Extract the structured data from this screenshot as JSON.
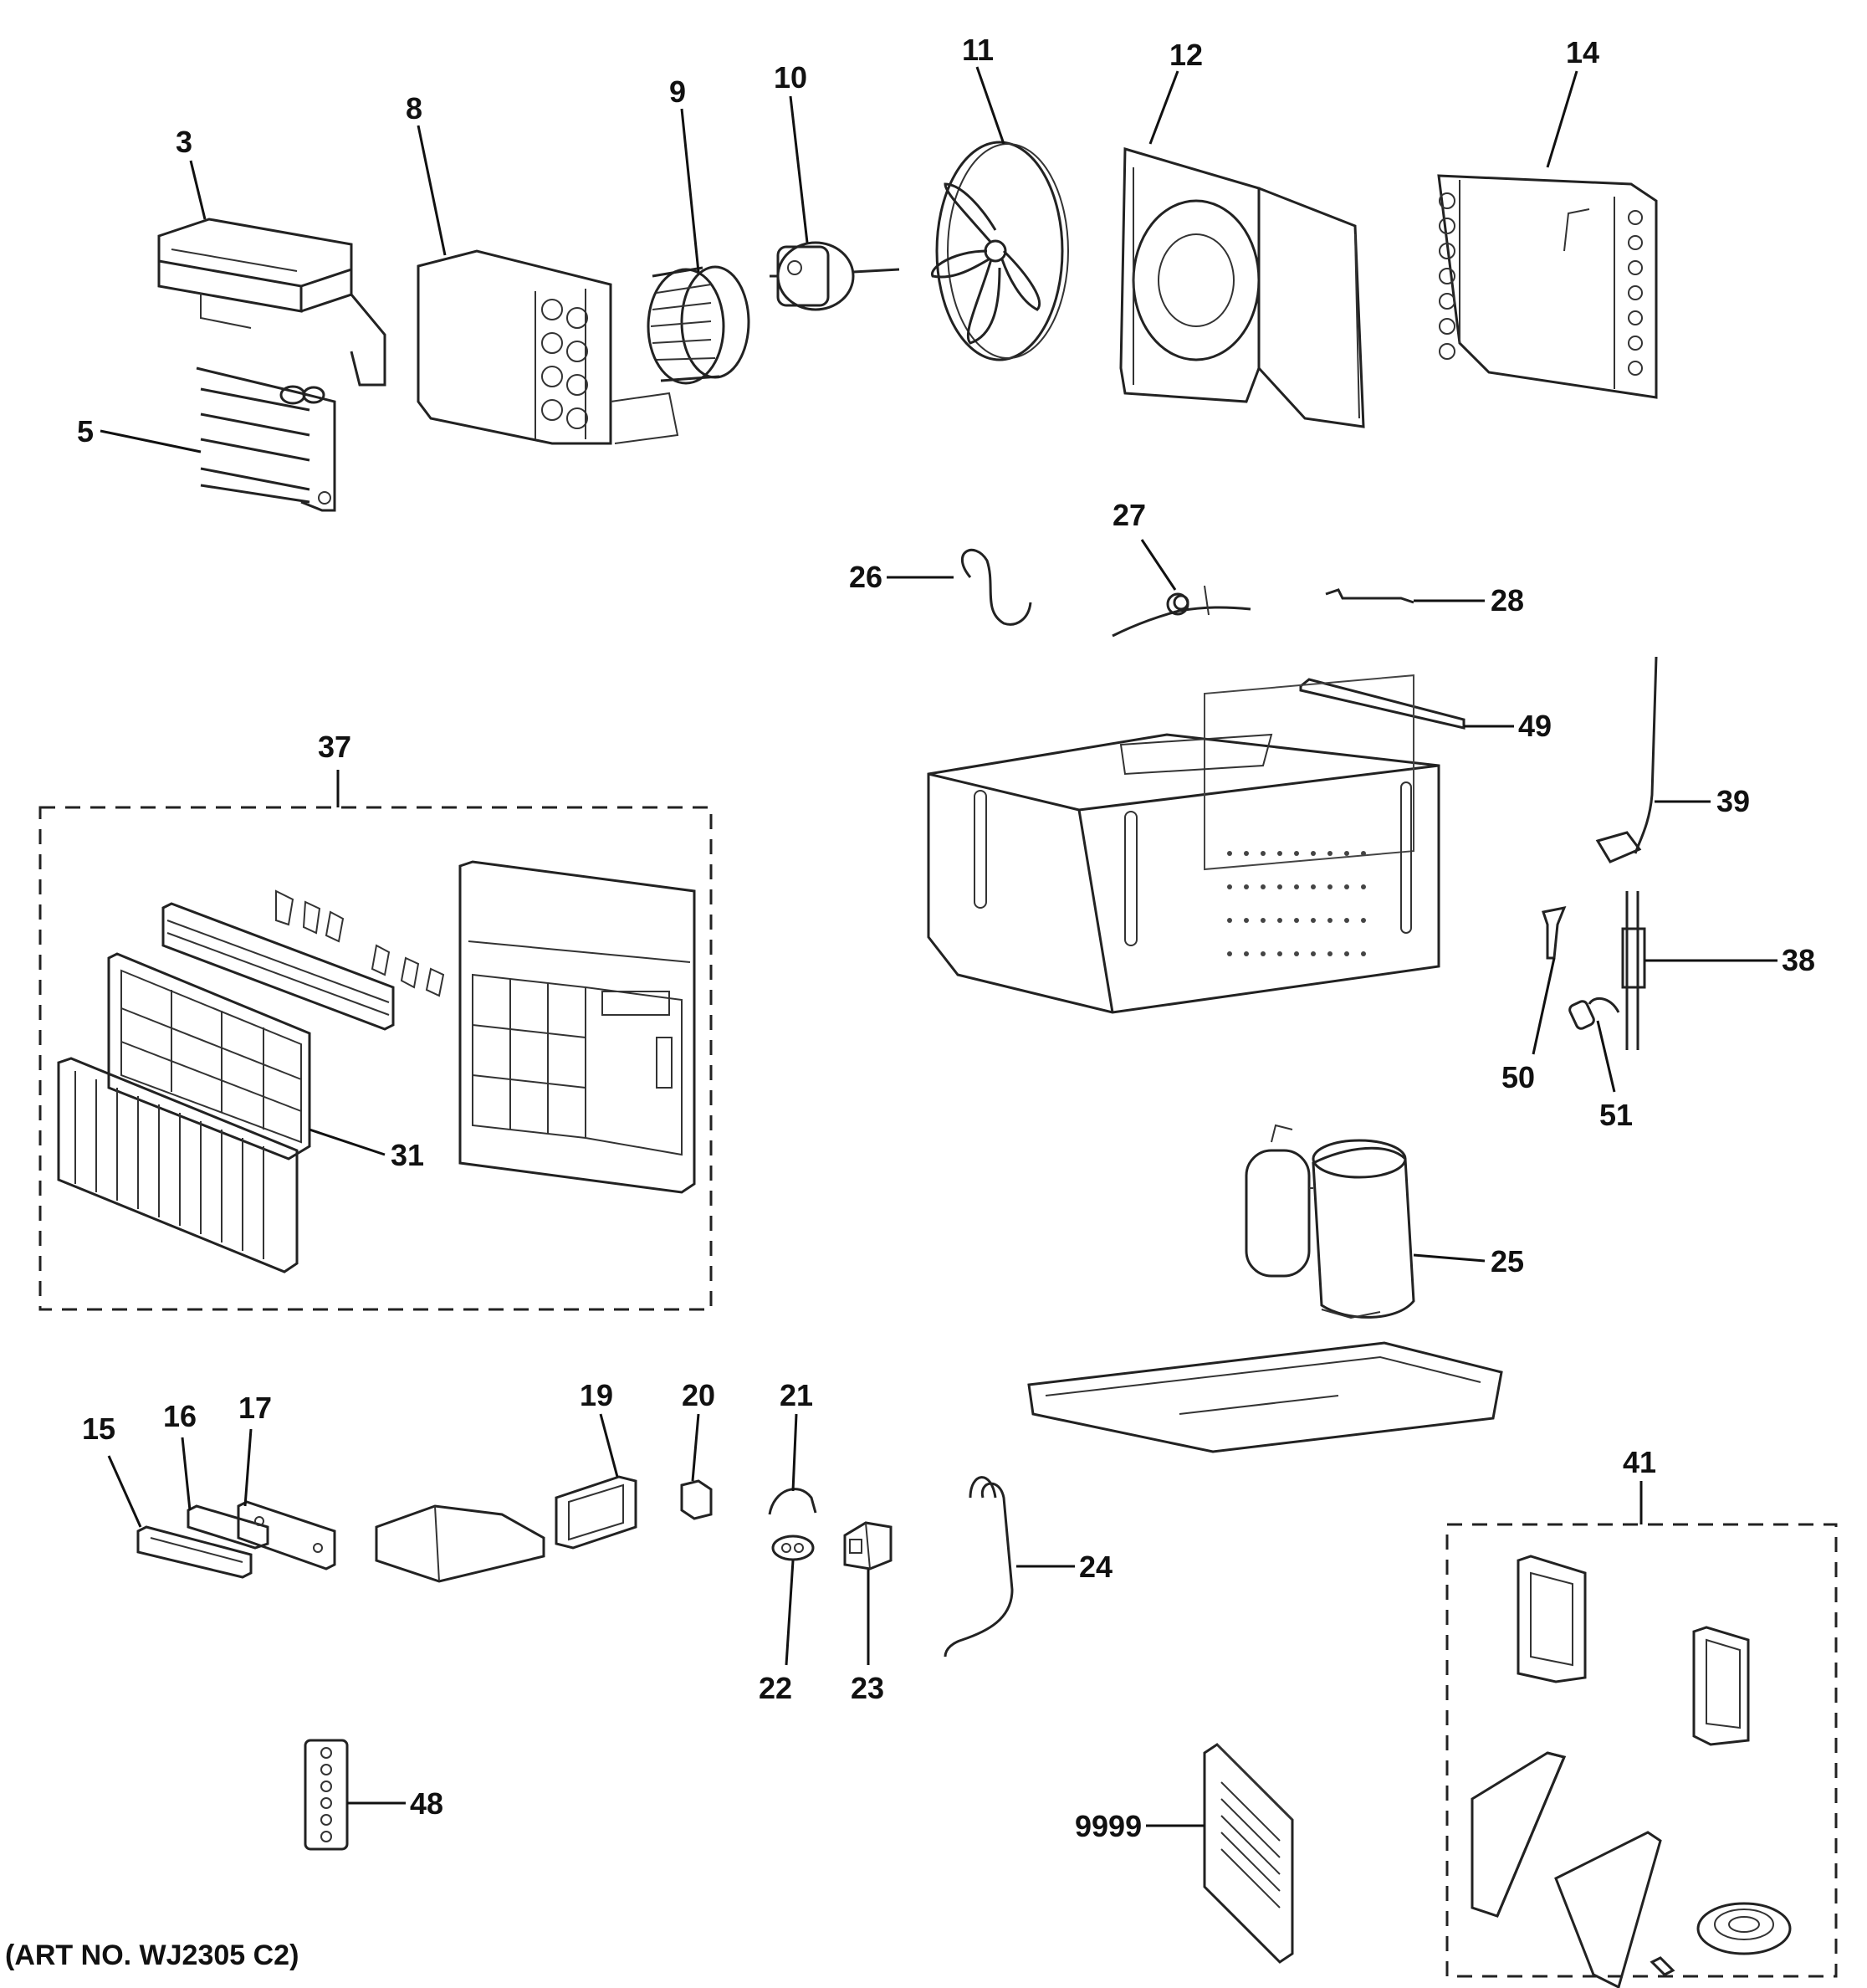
{
  "figure": {
    "art_number": "(ART NO. WJ2305 C2)"
  },
  "callouts": [
    {
      "id": "c3",
      "label": "3"
    },
    {
      "id": "c5",
      "label": "5"
    },
    {
      "id": "c8",
      "label": "8"
    },
    {
      "id": "c9",
      "label": "9"
    },
    {
      "id": "c10",
      "label": "10"
    },
    {
      "id": "c11",
      "label": "11"
    },
    {
      "id": "c12",
      "label": "12"
    },
    {
      "id": "c14",
      "label": "14"
    },
    {
      "id": "c26",
      "label": "26"
    },
    {
      "id": "c27",
      "label": "27"
    },
    {
      "id": "c28",
      "label": "28"
    },
    {
      "id": "c49",
      "label": "49"
    },
    {
      "id": "c37",
      "label": "37"
    },
    {
      "id": "c39",
      "label": "39"
    },
    {
      "id": "c38",
      "label": "38"
    },
    {
      "id": "c50",
      "label": "50"
    },
    {
      "id": "c51",
      "label": "51"
    },
    {
      "id": "c31",
      "label": "31"
    },
    {
      "id": "c25",
      "label": "25"
    },
    {
      "id": "c15",
      "label": "15"
    },
    {
      "id": "c16",
      "label": "16"
    },
    {
      "id": "c17",
      "label": "17"
    },
    {
      "id": "c19",
      "label": "19"
    },
    {
      "id": "c20",
      "label": "20"
    },
    {
      "id": "c21",
      "label": "21"
    },
    {
      "id": "c22",
      "label": "22"
    },
    {
      "id": "c23",
      "label": "23"
    },
    {
      "id": "c24",
      "label": "24"
    },
    {
      "id": "c41",
      "label": "41"
    },
    {
      "id": "c48",
      "label": "48"
    },
    {
      "id": "c9999",
      "label": "9999"
    }
  ]
}
